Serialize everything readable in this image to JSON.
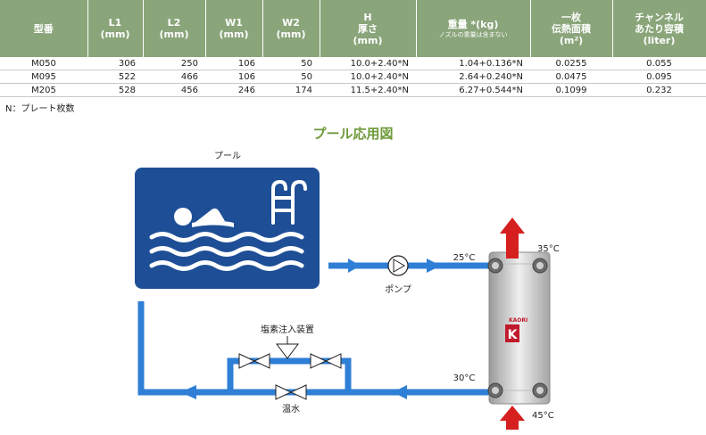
{
  "table": {
    "headers": [
      {
        "line1": "型番",
        "line2": "",
        "line3": ""
      },
      {
        "line1": "L1",
        "line2": "(mm)",
        "line3": ""
      },
      {
        "line1": "L2",
        "line2": "(mm)",
        "line3": ""
      },
      {
        "line1": "W1",
        "line2": "(mm)",
        "line3": ""
      },
      {
        "line1": "W2",
        "line2": "(mm)",
        "line3": ""
      },
      {
        "line1": "H",
        "line2": "厚さ",
        "line3": "(mm)"
      },
      {
        "line1": "重量 *(kg)",
        "line2": "ノズルの重量は含まない",
        "line3": ""
      },
      {
        "line1": "一枚",
        "line2": "伝熱面積",
        "line3": "(m²)"
      },
      {
        "line1": "チャンネル",
        "line2": "あたり容積",
        "line3": "(liter)"
      }
    ],
    "rows": [
      [
        "M050",
        "306",
        "250",
        "106",
        "50",
        "10.0+2.40*N",
        "1.04+0.136*N",
        "0.0255",
        "0.055"
      ],
      [
        "M095",
        "522",
        "466",
        "106",
        "50",
        "10.0+2.40*N",
        "2.64+0.240*N",
        "0.0475",
        "0.095"
      ],
      [
        "M205",
        "528",
        "456",
        "246",
        "174",
        "11.5+2.40*N",
        "6.27+0.544*N",
        "0.1099",
        "0.232"
      ]
    ]
  },
  "note": "N：プレート枚数",
  "diagram": {
    "title": "プール応用図",
    "pool_label": "プール",
    "pump_label": "ポンプ",
    "chlorine_label": "塩素注入装置",
    "heater_label": "温水",
    "temps": {
      "in_top": "25°C",
      "out_top": "35°C",
      "out_bottom": "30°C",
      "in_bottom": "45°C"
    },
    "brand_text": "KAORI",
    "colors": {
      "pipe": "#2f7fd6",
      "pool_bg": "#1e4f96",
      "arrow_red": "#d61f1f",
      "header_bg": "#8aa57a",
      "title_green": "#6f9a3b"
    }
  }
}
